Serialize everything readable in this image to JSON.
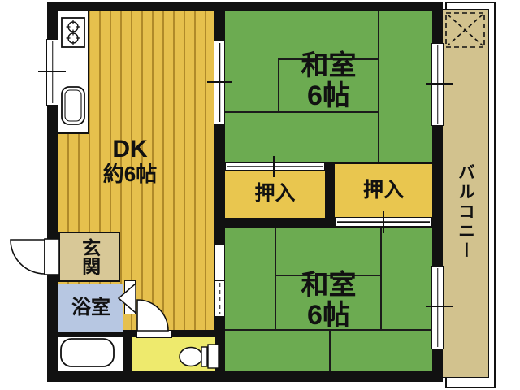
{
  "floorplan": {
    "type": "japanese-apartment-floorplan",
    "rooms": {
      "dk": {
        "label": "DK",
        "size": "約6帖"
      },
      "washitsu_top": {
        "label": "和室",
        "size": "6帖"
      },
      "washitsu_bottom": {
        "label": "和室",
        "size": "6帖"
      },
      "closet_left": {
        "label": "押入"
      },
      "closet_right": {
        "label": "押入"
      },
      "genkan": {
        "label": "玄関"
      },
      "bathroom": {
        "label": "浴室"
      },
      "balcony": {
        "label": "バルコニー"
      }
    },
    "colors": {
      "wall": "#111111",
      "tatami_green": "#6cab51",
      "dk_gold": "#e6c04d",
      "dk_stripe": "#b08a2a",
      "closet_gold": "#e9c64f",
      "toilet_yellow": "#eeea6d",
      "genkan_beige": "#d8c897",
      "balcony_tan": "#d2c28e",
      "bath_blue": "#b7c7e2",
      "fixture_white": "#ffffff"
    },
    "fixtures": {
      "stove": "gas-stove-two-burner",
      "sink": "kitchen-sink",
      "bathtub": "bathtub",
      "toilet": "toilet",
      "ac_slot": "dashed-x-square",
      "doors": [
        "entrance-swing-door",
        "toilet-swing-door",
        "bathroom-folding-door",
        "sliding-door-dk-top",
        "sliding-door-dk-bottom",
        "closet-sliding-door-left",
        "closet-sliding-door-right",
        "sliding-window-left",
        "sliding-window-balcony-top",
        "sliding-window-balcony-bottom"
      ]
    }
  }
}
